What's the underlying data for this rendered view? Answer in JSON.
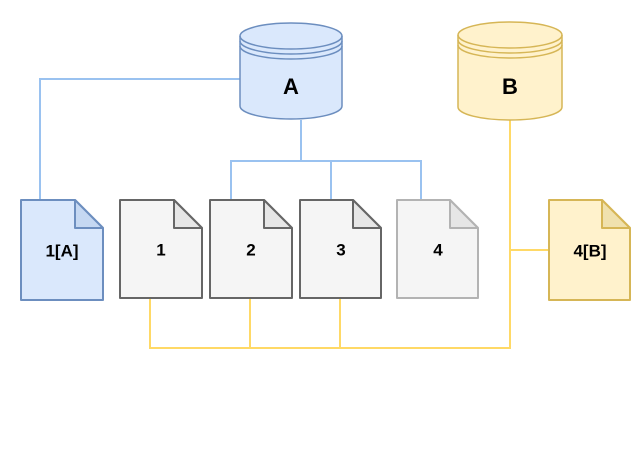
{
  "diagram": {
    "background": "#ffffff",
    "nodes": {
      "database_a": {
        "label": "A",
        "type": "database-cylinder",
        "color_fill": "#dae8fc",
        "color_stroke": "#6c8ebf"
      },
      "database_b": {
        "label": "B",
        "type": "database-cylinder",
        "color_fill": "#fff2cc",
        "color_stroke": "#d6b656"
      },
      "doc_1a": {
        "label": "1[A]",
        "type": "document",
        "color_fill": "#dae8fc",
        "color_stroke": "#6c8ebf"
      },
      "doc_1": {
        "label": "1",
        "type": "document",
        "color_fill": "#f5f5f5",
        "color_stroke": "#666666"
      },
      "doc_2": {
        "label": "2",
        "type": "document",
        "color_fill": "#f5f5f5",
        "color_stroke": "#666666"
      },
      "doc_3": {
        "label": "3",
        "type": "document",
        "color_fill": "#f5f5f5",
        "color_stroke": "#666666"
      },
      "doc_4": {
        "label": "4",
        "type": "document",
        "color_fill": "#f5f5f5",
        "color_stroke": "#b3b3b3"
      },
      "doc_4b": {
        "label": "4[B]",
        "type": "document",
        "color_fill": "#fff2cc",
        "color_stroke": "#d6b656"
      }
    },
    "edges": [
      {
        "from": "A",
        "to": "1[A]",
        "color": "#9ac2f0"
      },
      {
        "from": "A",
        "to": "2",
        "color": "#9ac2f0"
      },
      {
        "from": "A",
        "to": "3",
        "color": "#9ac2f0"
      },
      {
        "from": "A",
        "to": "4",
        "color": "#9ac2f0"
      },
      {
        "from": "B",
        "to": "4[B]",
        "color": "#ffd966"
      },
      {
        "from": "B",
        "to": "1",
        "color": "#ffd966"
      },
      {
        "from": "B",
        "to": "2",
        "color": "#ffd966"
      },
      {
        "from": "B",
        "to": "3",
        "color": "#ffd966"
      }
    ],
    "colors": {
      "blue_connector": "#9ac2f0",
      "yellow_connector": "#ffd966",
      "blue_fill": "#dae8fc",
      "blue_stroke": "#6c8ebf",
      "yellow_fill": "#fff2cc",
      "yellow_stroke": "#d6b656",
      "gray_fill": "#f5f5f5",
      "gray_stroke": "#666666",
      "gray_stroke_light": "#b3b3b3"
    }
  }
}
